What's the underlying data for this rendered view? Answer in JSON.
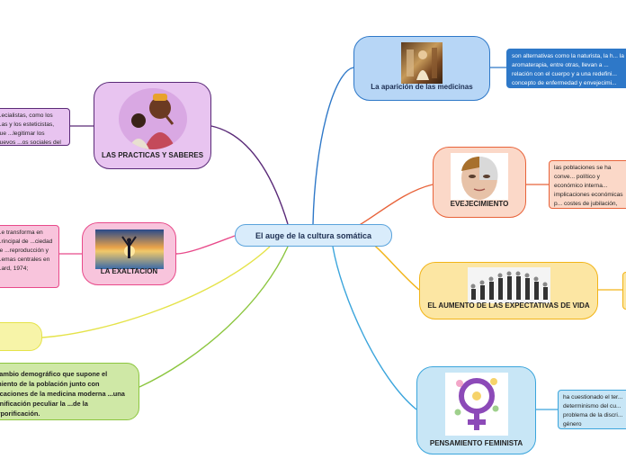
{
  "central": {
    "title": "El auge de la cultura somática"
  },
  "colors": {
    "practicas": "#5a2a78",
    "exaltacion": "#e84a8a",
    "demografico": "#8cc63f",
    "amarillo": "#e5e34a",
    "medicinas": "#2e78c8",
    "envejecimiento": "#e8633a",
    "expectativas": "#f2b418",
    "feminista": "#3ba5dc"
  },
  "nodes": {
    "medicinas": {
      "label": "La aparición de las medicinas",
      "icon": "renaissance-painting-image"
    },
    "envejecimiento": {
      "label": "EVEJECIMIENTO",
      "icon": "aging-woman-face-image"
    },
    "expectativas": {
      "label": "EL AUMENTO DE LAS EXPECTATIVAS DE VIDA",
      "icon": "evolution-silhouettes-image"
    },
    "feminista": {
      "label": "PENSAMIENTO FEMINISTA",
      "icon": "female-symbol-flowers-image"
    },
    "practicas": {
      "label": "LAS PRACTICAS Y SABERES",
      "icon": "woman-hair-care-illustration"
    },
    "exaltacion": {
      "label": "LA EXALTACION",
      "icon": "sunset-silhouette-image"
    }
  },
  "notes": {
    "medicinas": "son alternativas como la naturista, la h... la aromaterapia, entre otras, llevan a ... relación con el cuerpo y a una redefini... concepto de enfermedad y envejecimi...",
    "envejecimiento": "las poblaciones se ha conve... político y económico interna... implicaciones económicas p... costes de jubilación, previsi... mayores se consideran algo...",
    "feminista": "ha cuestionado el ter... determinismo del cu... problema de la discri... género",
    "practicas": "...ecialistas, como los ...as y los esteticistas, que ...legitimar los nuevos ...os sociales del cuerpo.",
    "exaltacion": "...e transforma en ...rincipal de ...ciedad de ...reproducción y ...emas centrales en ...ard, 1974;"
  },
  "demografico": {
    "text": "...cambio demográfico que supone el ...miento de la población junto con ...ficaciones de la medicina moderna ...una significación peculiar la ...de la corporificación."
  }
}
